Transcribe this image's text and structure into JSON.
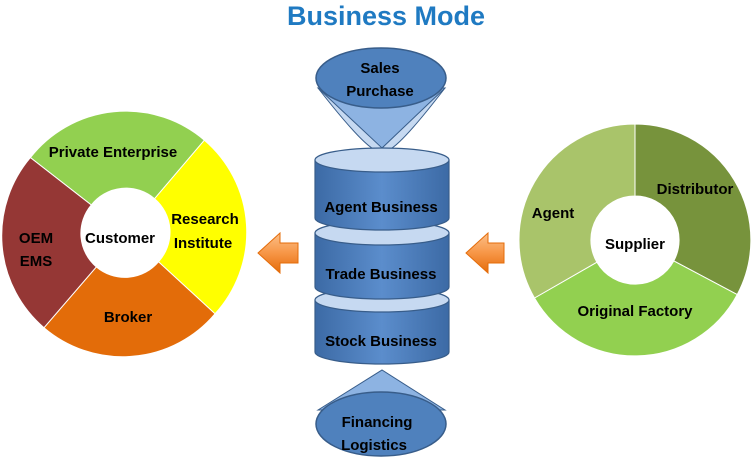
{
  "title": "Business Mode",
  "colors": {
    "title": "#1f7ac2",
    "cylinder": "#4f81bd",
    "cylinder_top": "#c6d9f1",
    "cylinder_stroke": "#385d8a",
    "arrow": "#f79646",
    "green": "#92d050",
    "yellow": "#ffff00",
    "orange": "#e36c09",
    "dark_red": "#953735",
    "olive_light": "#a9c46a",
    "olive_dark": "#77933c",
    "olive_bright": "#92d050"
  },
  "left_ring": {
    "center": "Customer",
    "segments": [
      {
        "label": "Private Enterprise"
      },
      {
        "label_lines": [
          "Research",
          "Institute"
        ]
      },
      {
        "label": "Broker"
      },
      {
        "label_lines": [
          "OEM",
          "EMS"
        ]
      }
    ]
  },
  "right_ring": {
    "center": "Supplier",
    "segments": [
      {
        "label": "Distributor"
      },
      {
        "label": "Original Factory"
      },
      {
        "label": "Agent"
      }
    ]
  },
  "stack": {
    "top_funnel": [
      "Sales",
      "Purchase"
    ],
    "layers": [
      "Agent Business",
      "Trade Business",
      "Stock Business"
    ],
    "bottom_funnel": [
      "Financing",
      "Logistics"
    ]
  }
}
